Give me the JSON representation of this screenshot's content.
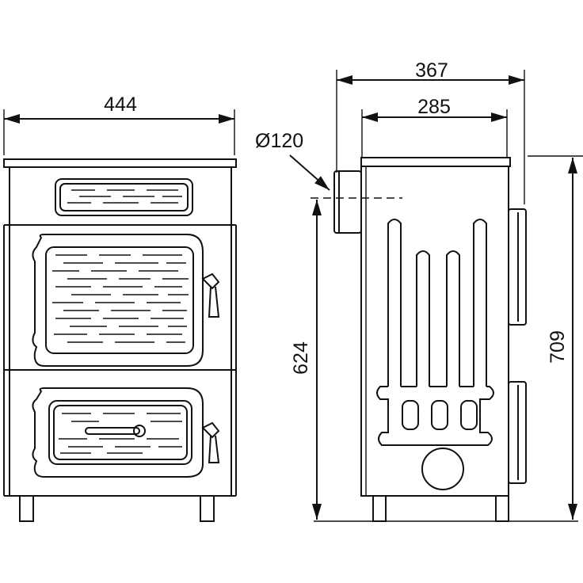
{
  "diagram": {
    "front_view": {
      "width_label": "444"
    },
    "side_view": {
      "depth_label": "367",
      "inner_depth_label": "285",
      "flue_diameter_label": "Ø120",
      "flue_height_label": "624",
      "total_height_label": "709"
    }
  },
  "colors": {
    "line": "#111111",
    "background": "#ffffff"
  }
}
